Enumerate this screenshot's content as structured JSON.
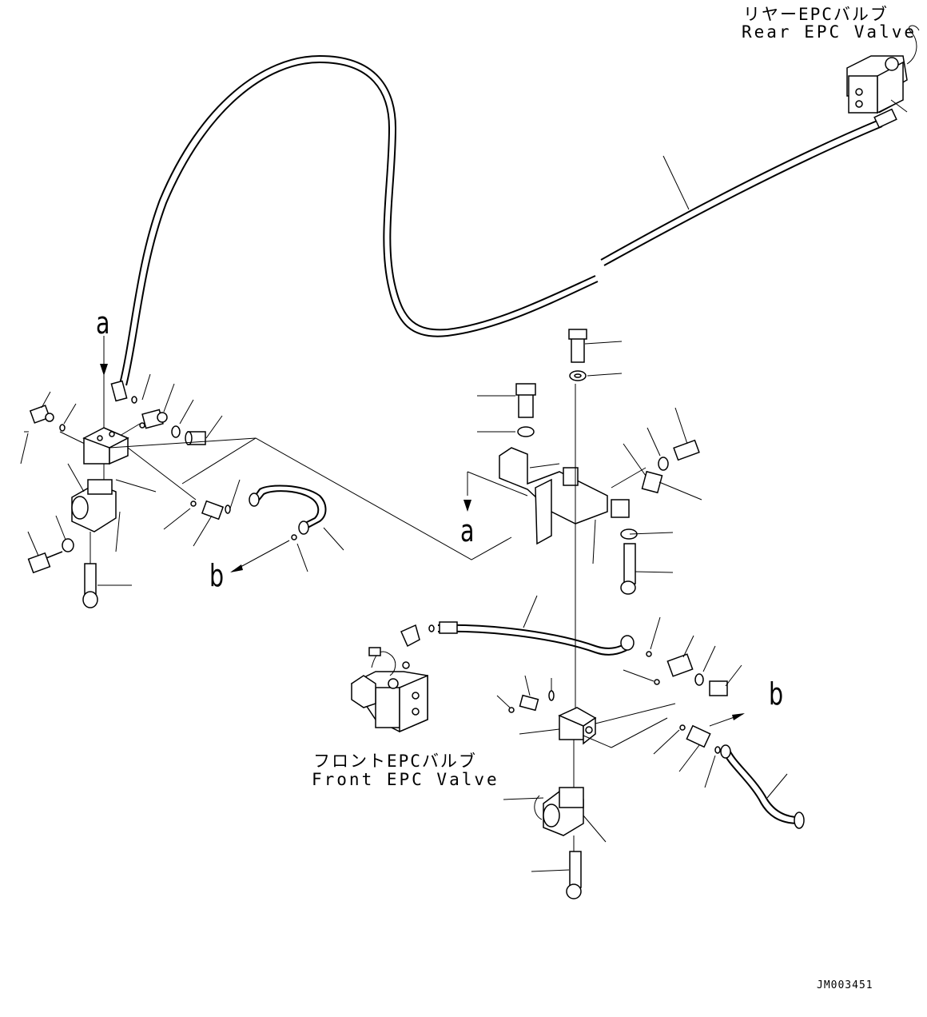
{
  "labels": {
    "rear_valve_jp": "リヤーEPCバルブ",
    "rear_valve_en": "Rear EPC Valve",
    "front_valve_jp": "フロントEPCバルブ",
    "front_valve_en": "Front EPC Valve",
    "drawing_code": "JM003451"
  },
  "markers": {
    "a_left": "a",
    "a_right": "a",
    "b_left": "b",
    "b_right": "b"
  }
}
